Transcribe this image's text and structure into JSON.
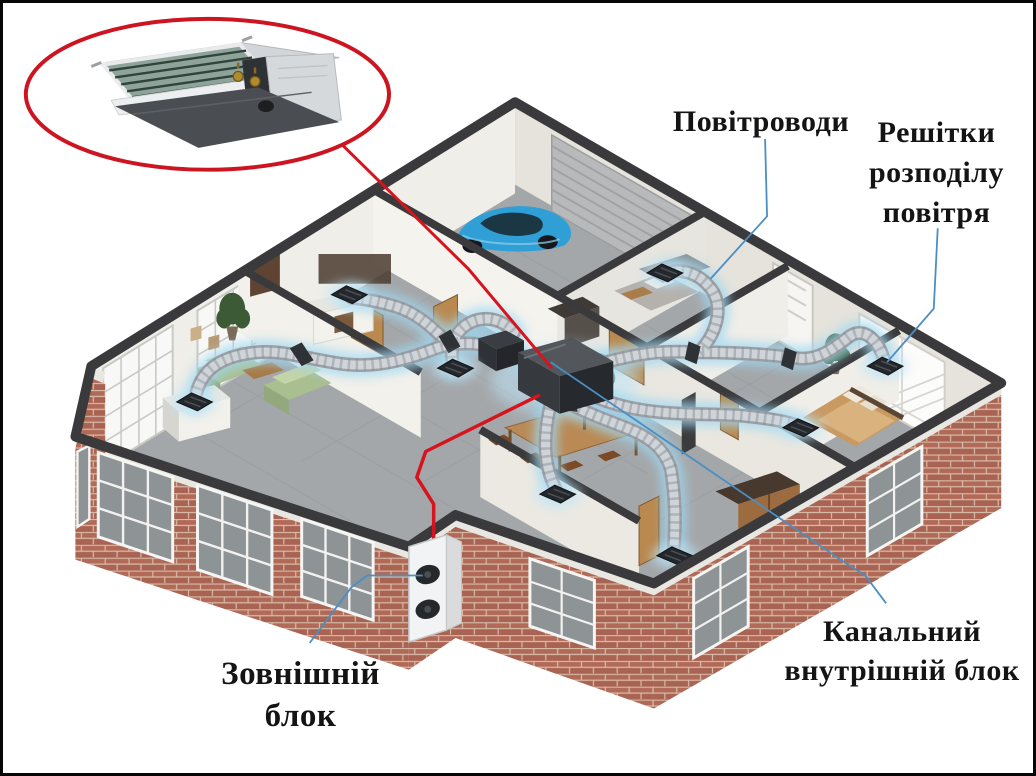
{
  "figure": {
    "type": "isometric-hvac-duct-diagram",
    "background": "#ffffff",
    "border_color": "#060606"
  },
  "labels": {
    "ducts": "Повітроводи",
    "grilles_line1": "Решітки",
    "grilles_line2": "розподілу",
    "grilles_line3": "повітря",
    "outdoor_line1": "Зовнішній",
    "outdoor_line2": "блок",
    "indoor_line1": "Канальний",
    "indoor_line2": "внутрішній блок"
  },
  "colors": {
    "label_text": "#141414",
    "leader_line": "#4b8ec2",
    "callout_red": "#d6141e",
    "duct_body": "#b9bec4",
    "duct_glow": "#aadcf5",
    "brick": "#a96352",
    "wall_top": "#3a3a3c",
    "wall_face": "#f0efe9",
    "floor": "#a4a7a9",
    "car": "#2f9fd6",
    "sofa": "#aabf90",
    "bed": "#c89a62"
  }
}
